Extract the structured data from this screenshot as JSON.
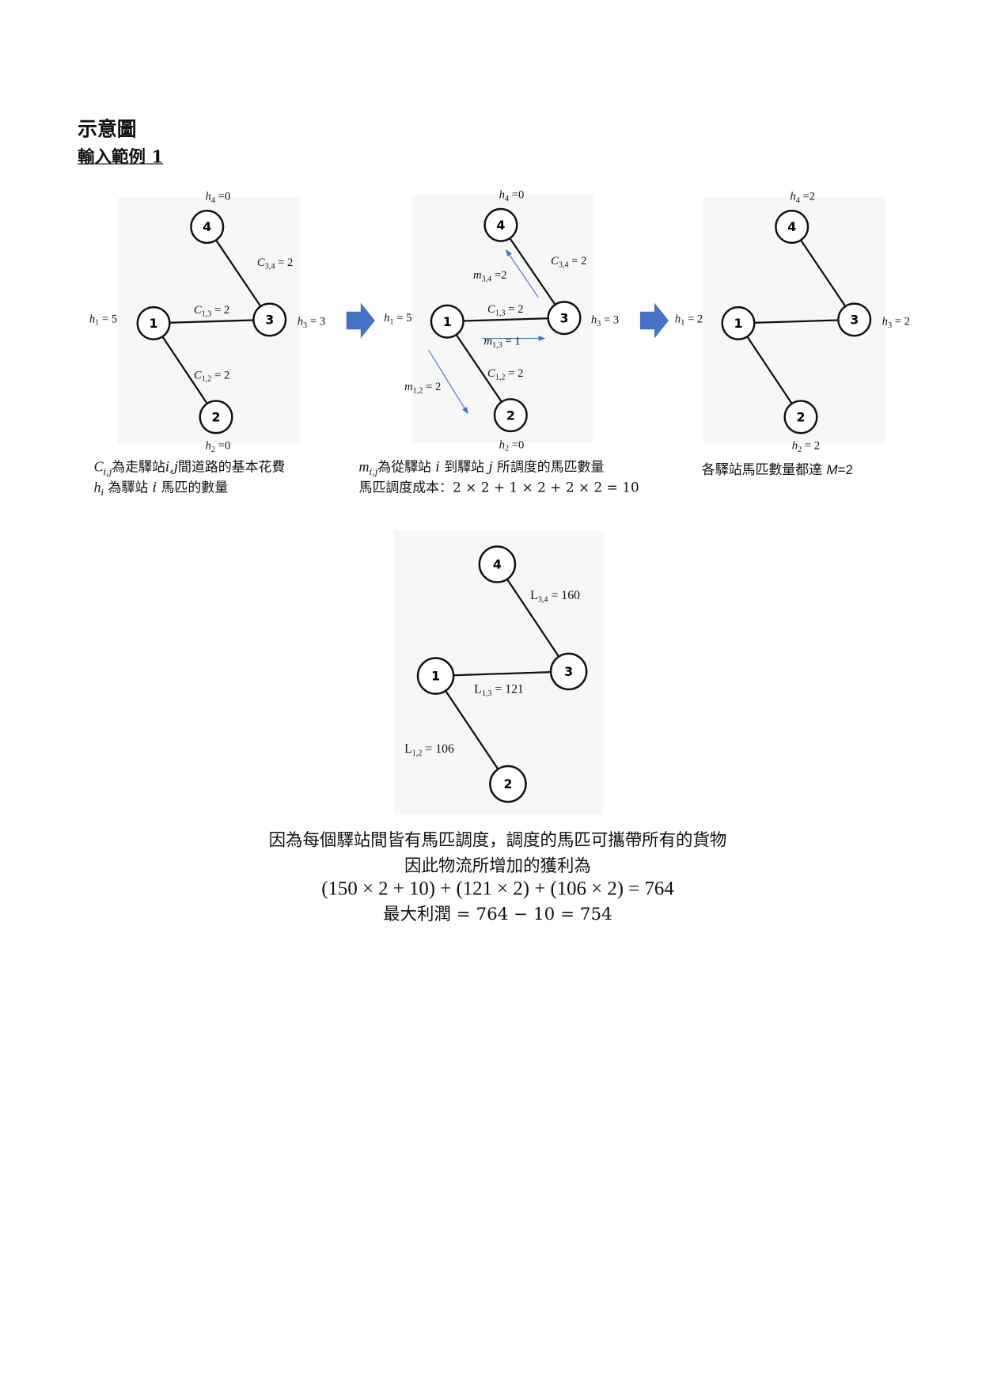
{
  "heading": "示意圖",
  "subheading": "輸入範例 1",
  "node_labels": [
    "1",
    "2",
    "3",
    "4"
  ],
  "panel1": {
    "labels": [
      {
        "v": "h",
        "s": "4",
        "r": " =0"
      },
      {
        "v": "C",
        "s": "3,4",
        "r": " = 2"
      },
      {
        "v": "h",
        "s": "1",
        "r": " = 5"
      },
      {
        "v": "C",
        "s": "1,3",
        "r": " = 2"
      },
      {
        "v": "h",
        "s": "3",
        "r": " = 3"
      },
      {
        "v": "C",
        "s": "1,2",
        "r": " = 2"
      },
      {
        "v": "h",
        "s": "2",
        "r": " =0"
      }
    ],
    "caption": [
      "C",
      "i,j",
      "為走驛站",
      "i,j",
      "間道路的基本花費",
      "h",
      "i",
      "為驛站",
      "i",
      "馬匹的數量"
    ]
  },
  "panel2": {
    "labels": [
      {
        "v": "h",
        "s": "4",
        "r": " =0"
      },
      {
        "v": "C",
        "s": "3,4",
        "r": " = 2"
      },
      {
        "v": "m",
        "s": "3,4",
        "r": " =2"
      },
      {
        "v": "h",
        "s": "1",
        "r": " = 5"
      },
      {
        "v": "C",
        "s": "1,3",
        "r": " = 2"
      },
      {
        "v": "h",
        "s": "3",
        "r": " = 3"
      },
      {
        "v": "m",
        "s": "1,3",
        "r": " = 1"
      },
      {
        "v": "C",
        "s": "1,2",
        "r": " = 2"
      },
      {
        "v": "m",
        "s": "1,2",
        "r": " = 2"
      },
      {
        "v": "h",
        "s": "2",
        "r": " =0"
      }
    ],
    "caption_line1": [
      "m",
      "i,j",
      "為從驛站",
      "i",
      "到驛站",
      "j",
      "所調度的馬匹數量"
    ],
    "caption_line2": "馬匹調度成本：2 × 2 + 1 × 2 + 2 × 2 = 10"
  },
  "panel3": {
    "labels": [
      {
        "v": "h",
        "s": "4",
        "r": " =2"
      },
      {
        "v": "h",
        "s": "1",
        "r": " = 2"
      },
      {
        "v": "h",
        "s": "3",
        "r": " = 2"
      },
      {
        "v": "h",
        "s": "2",
        "r": " = 2"
      }
    ],
    "caption": [
      "各驛站馬匹數量都達 ",
      "M",
      "=2"
    ]
  },
  "panel4": {
    "labels": [
      {
        "v": "L",
        "s": "3,4",
        "r": " = 160"
      },
      {
        "v": "L",
        "s": "1,3",
        "r": " =  121"
      },
      {
        "v": "L",
        "s": "1,2",
        "r": " = 106"
      }
    ]
  },
  "explanation": [
    "因為每個驛站間皆有馬匹調度，調度的馬匹可攜帶所有的貨物",
    "因此物流所增加的獲利為",
    "(150 × 2 + 10) + (121 × 2) + (106 × 2) = 764",
    "最大利潤 = 764 − 10 = 754"
  ],
  "colors": {
    "arrow": "#4472c4",
    "panel": "#f7f7f7"
  }
}
